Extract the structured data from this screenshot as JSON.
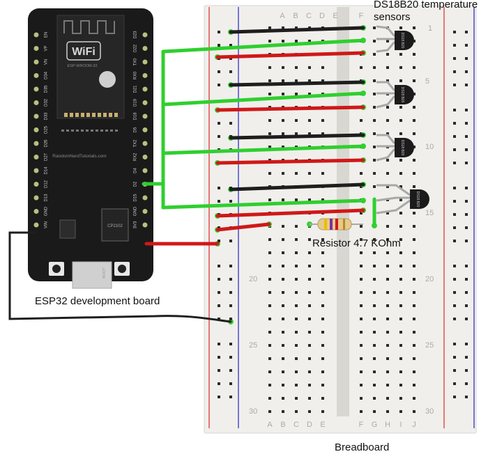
{
  "labels": {
    "sensors_line1": "DS18B20 temperature",
    "sensors_line2": "sensors",
    "resistor": "Resistor 4.7 KOhm",
    "esp32": "ESP32 development board",
    "breadboard": "Breadboard"
  },
  "breadboard": {
    "column_letters_left": [
      "A",
      "B",
      "C",
      "D",
      "E"
    ],
    "column_letters_right": [
      "F",
      "G",
      "H",
      "I",
      "J"
    ],
    "row_numbers": [
      "1",
      "5",
      "10",
      "15",
      "20",
      "25",
      "30"
    ]
  },
  "esp32": {
    "wifi_logo": "WiFi",
    "module": "ESP-WROOM-32",
    "site": "RandomNerdTutorials.com",
    "chip": "CP2102",
    "button": "BOOT",
    "pins_left": [
      "EN",
      "VP",
      "VN",
      "D34",
      "D35",
      "D32",
      "D33",
      "D25",
      "D26",
      "D27",
      "D14",
      "D12",
      "D13",
      "GND",
      "VIN"
    ],
    "pins_right": [
      "D23",
      "D22",
      "TX0",
      "RX0",
      "D21",
      "D19",
      "D18",
      "D5",
      "TX2",
      "RX2",
      "D4",
      "D2",
      "D15",
      "GND",
      "3V3"
    ]
  },
  "sensors": [
    {
      "mark": "DS18 B20"
    },
    {
      "mark": "DS18 B20"
    },
    {
      "mark": "DS18 B20"
    },
    {
      "mark": "DS18 B20"
    }
  ],
  "colors": {
    "wire_black": "#1e1e1e",
    "wire_red": "#d01818",
    "wire_green": "#2fcf2f",
    "board": "#1a1a1a",
    "breadboard": "#f0efeb"
  }
}
